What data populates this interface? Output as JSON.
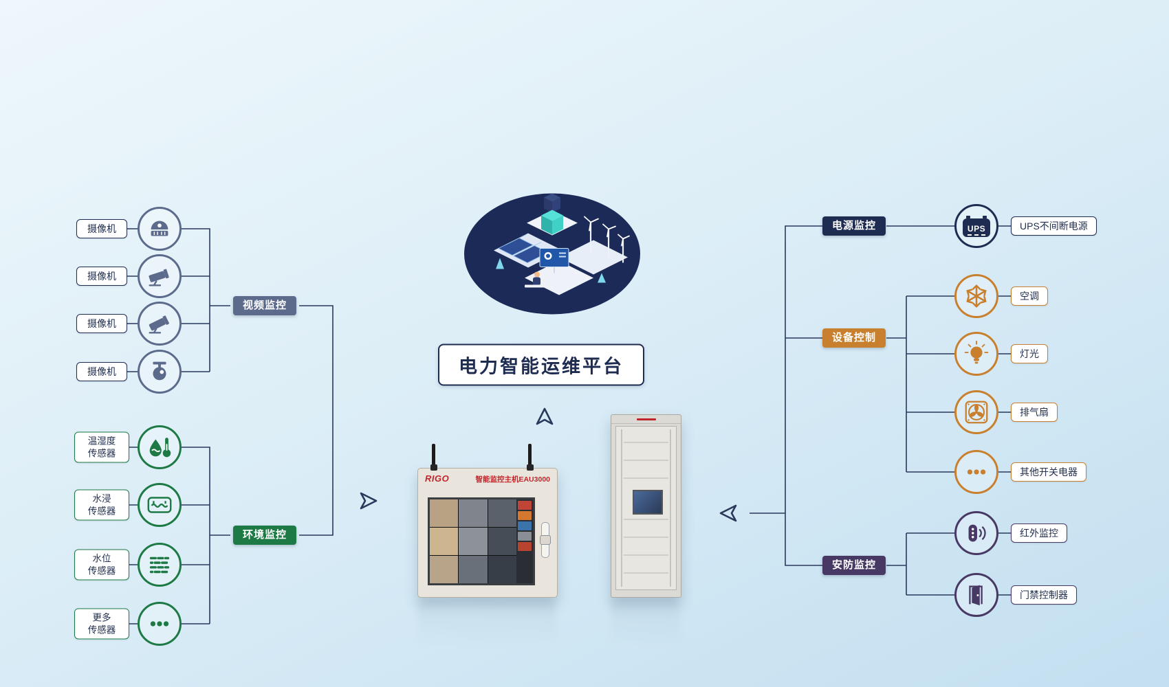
{
  "colors": {
    "bg_top": "#eef7fb",
    "bg_bottom": "#c3dff0",
    "line": "#28395c",
    "navy": "#1e2c52",
    "slate": "#5c6b8c",
    "green": "#1d7a45",
    "orange": "#c8802e",
    "purple": "#473864",
    "label_text": "#1e2c52",
    "host_red": "#c0272d"
  },
  "title": {
    "text": "电力智能运维平台"
  },
  "left": {
    "video_group": {
      "label": "视频监控"
    },
    "cameras": [
      {
        "label": "摄像机",
        "icon": "dome-camera-icon"
      },
      {
        "label": "摄像机",
        "icon": "bullet-camera-icon"
      },
      {
        "label": "摄像机",
        "icon": "bullet-camera-icon"
      },
      {
        "label": "摄像机",
        "icon": "ptz-camera-icon"
      }
    ],
    "env_group": {
      "label": "环境监控"
    },
    "sensors": [
      {
        "line1": "温湿度",
        "line2": "传感器",
        "icon": "temp-humidity-icon"
      },
      {
        "line1": "水浸",
        "line2": "传感器",
        "icon": "water-leak-icon"
      },
      {
        "line1": "水位",
        "line2": "传感器",
        "icon": "water-level-icon"
      },
      {
        "line1": "更多",
        "line2": "传感器",
        "icon": "more-dots-icon"
      }
    ]
  },
  "center": {
    "host": {
      "brand": "RIGO",
      "model": "智能监控主机EAU3000"
    }
  },
  "right": {
    "power_group": {
      "label": "电源监控",
      "items": [
        {
          "label": "UPS不间断电源",
          "icon": "ups-icon",
          "icon_text": "UPS"
        }
      ]
    },
    "device_group": {
      "label": "设备控制",
      "items": [
        {
          "label": "空调",
          "icon": "snowflake-icon"
        },
        {
          "label": "灯光",
          "icon": "bulb-icon"
        },
        {
          "label": "排气扇",
          "icon": "fan-icon"
        },
        {
          "label": "其他开关电器",
          "icon": "more-dots-icon"
        }
      ]
    },
    "security_group": {
      "label": "安防监控",
      "items": [
        {
          "label": "红外监控",
          "icon": "infrared-icon"
        },
        {
          "label": "门禁控制器",
          "icon": "door-icon"
        }
      ]
    }
  }
}
